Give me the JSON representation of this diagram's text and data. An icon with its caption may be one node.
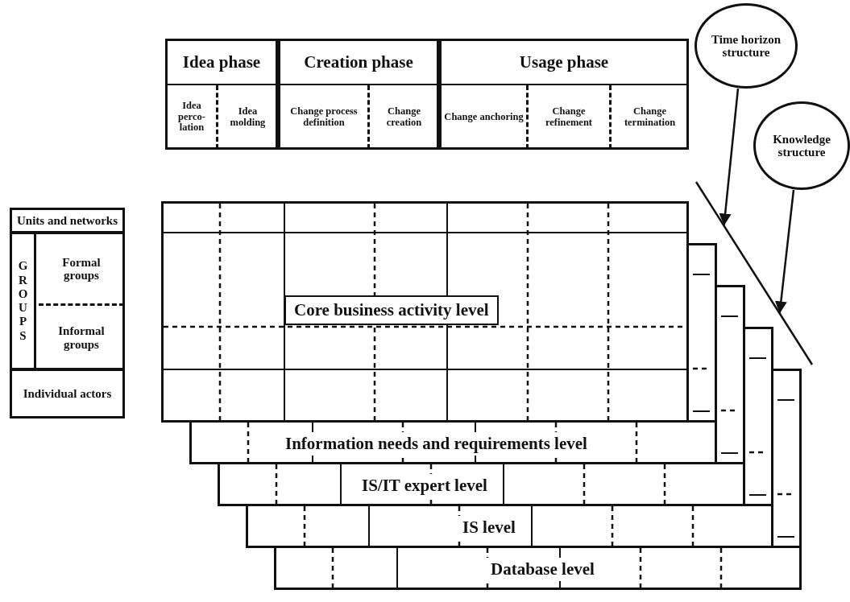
{
  "diagram": {
    "nodes": [
      {
        "text": [
          "Idea phase"
        ]
      },
      {
        "text": [
          "Idea perco- lation"
        ],
        "in": 0
      },
      {
        "text": [
          "Idea molding"
        ],
        "in": 0
      },
      {
        "text": [
          "Creation phase"
        ]
      },
      {
        "text": [
          "Change process definition"
        ],
        "in": 3
      },
      {
        "text": [
          "Change creation"
        ],
        "in": 3
      },
      {
        "text": [
          "Usage phase"
        ]
      },
      {
        "text": [
          "Change anchoring"
        ],
        "in": 6
      },
      {
        "text": [
          "Change refinement"
        ],
        "in": 6
      },
      {
        "text": [
          "Change termination"
        ],
        "in": 6
      },
      {
        "text": [
          "Units and networks"
        ]
      },
      {
        "text": [
          "GROUPS"
        ]
      },
      {
        "text": [
          "Formal groups"
        ],
        "in": 11
      },
      {
        "text": [
          "Informal groups"
        ],
        "in": 11
      },
      {
        "text": [
          "Individual actors"
        ]
      },
      {
        "text": [
          "Core business activity level"
        ]
      },
      {
        "text": [
          "Information needs and requirements level"
        ]
      },
      {
        "text": [
          "IS/IT expert level"
        ]
      },
      {
        "text": [
          "IS level"
        ]
      },
      {
        "text": [
          "Database level"
        ]
      },
      {
        "text": [
          "Time horizon structure"
        ]
      },
      {
        "text": [
          "Knowledge structure"
        ]
      },
      {
        "text": [],
        "shape": "line"
      }
    ],
    "edges": [
      {
        "from": 20,
        "to": 22,
        "arrow": "to"
      },
      {
        "from": 21,
        "to": 22,
        "arrow": "to"
      }
    ]
  }
}
